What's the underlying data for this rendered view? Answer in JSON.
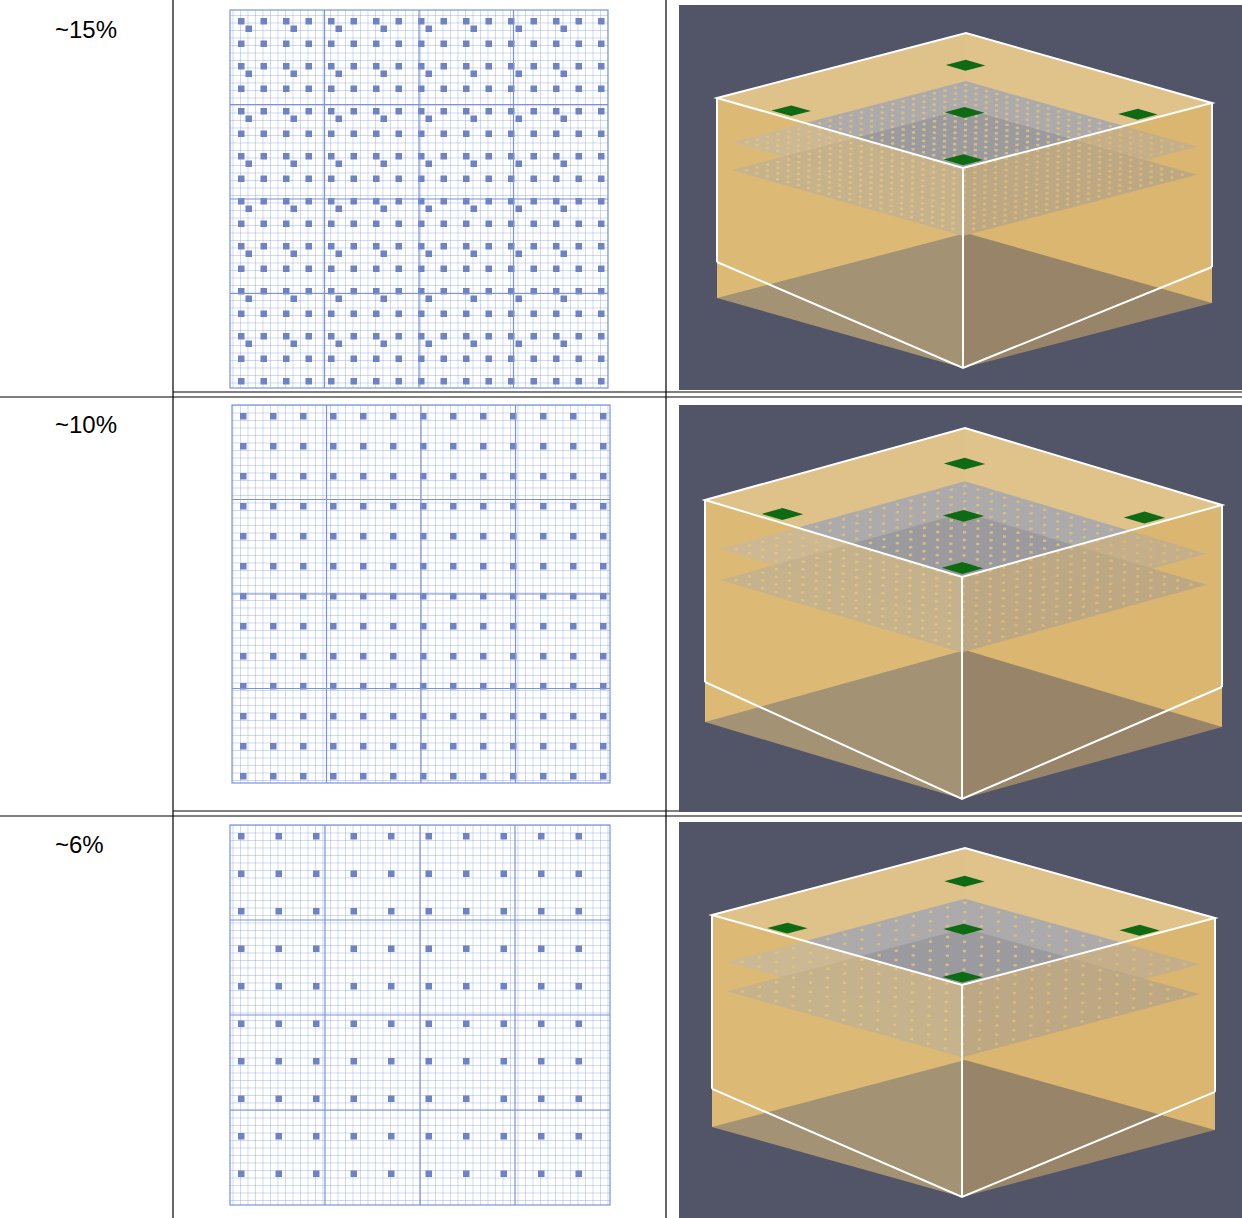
{
  "diagram": {
    "labels": [
      "~15%",
      "~10%",
      "~6%"
    ]
  }
}
